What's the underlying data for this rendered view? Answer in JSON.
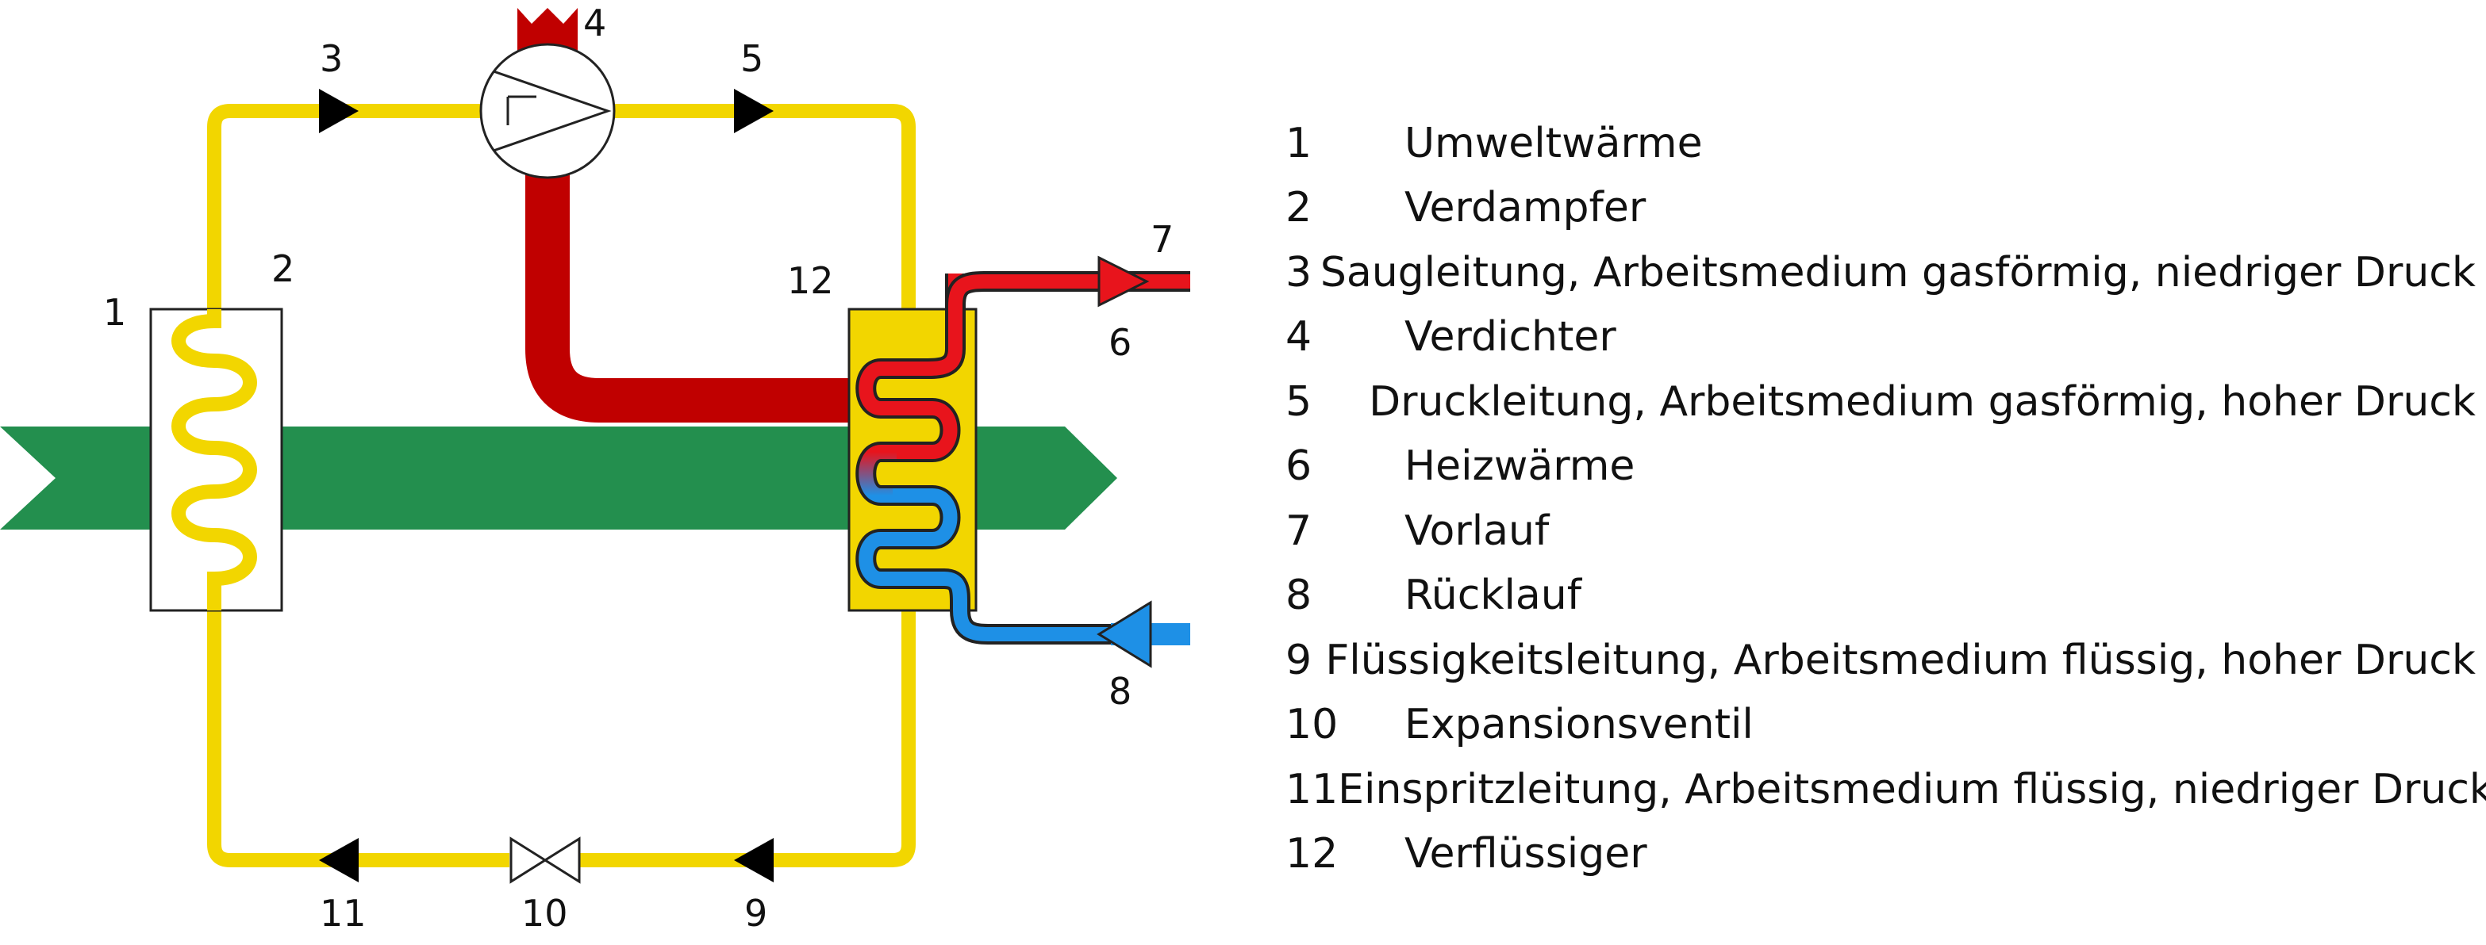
{
  "colors": {
    "refrigerant_line": "#f2d600",
    "hot_gas": "#c00000",
    "supply": "#e8141c",
    "return": "#1e90e6",
    "air_flow": "#238f4e",
    "condenser_fill": "#f2d600",
    "arrow": "#000000"
  },
  "diagram": {
    "numbers": [
      "1",
      "2",
      "3",
      "4",
      "5",
      "6",
      "7",
      "8",
      "9",
      "10",
      "11",
      "12"
    ]
  },
  "legend": [
    {
      "num": "1",
      "text": "Umweltwärme"
    },
    {
      "num": "2",
      "text": "Verdampfer"
    },
    {
      "num": "3",
      "text": "Saugleitung, Arbeitsmedium gasförmig, niedriger Druck"
    },
    {
      "num": "4",
      "text": "Verdichter"
    },
    {
      "num": "5",
      "text": "Druckleitung, Arbeitsmedium gasförmig, hoher Druck"
    },
    {
      "num": "6",
      "text": "Heizwärme"
    },
    {
      "num": "7",
      "text": "Vorlauf"
    },
    {
      "num": "8",
      "text": "Rücklauf"
    },
    {
      "num": "9",
      "text": "Flüssigkeitsleitung, Arbeitsmedium flüssig, hoher Druck"
    },
    {
      "num": "10",
      "text": "Expansionsventil"
    },
    {
      "num": "11",
      "text": "Einspritzleitung, Arbeitsmedium flüssig, niedriger Druck"
    },
    {
      "num": "12",
      "text": "Verflüssiger"
    }
  ]
}
